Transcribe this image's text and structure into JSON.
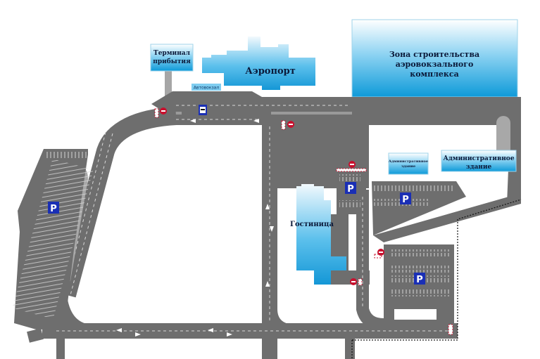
{
  "map": {
    "title": "Схема аэропорта",
    "buildings": {
      "airport": {
        "label": "Аэропорт"
      },
      "arrival_terminal": {
        "label_line1": "Терминал",
        "label_line2": "прибытия"
      },
      "construction_zone": {
        "label_line1": "Зона строительства",
        "label_line2": "аэровокзального",
        "label_line3": "комплекса"
      },
      "admin_building_small": {
        "label_line1": "Административное",
        "label_line2": "здание"
      },
      "admin_building_large": {
        "label_line1": "Административное",
        "label_line2": "здание"
      },
      "hotel": {
        "label": "Гостиница"
      },
      "bus_station": {
        "label": "Автовокзал"
      }
    },
    "parking": [
      {
        "id": "parking-west",
        "symbol": "P"
      },
      {
        "id": "parking-hotel",
        "symbol": "P"
      },
      {
        "id": "parking-admin",
        "symbol": "P"
      },
      {
        "id": "parking-southeast",
        "symbol": "P"
      }
    ],
    "signs": {
      "no_entry_count": 5,
      "bus_stop_count": 1
    },
    "colors": {
      "road": "#6e6e6e",
      "building_top": "#e8f4fb",
      "building_bottom": "#1aa0dd",
      "parking_sign": "#1a2fb5",
      "no_entry": "#c8102e",
      "fence": "#111111"
    }
  }
}
